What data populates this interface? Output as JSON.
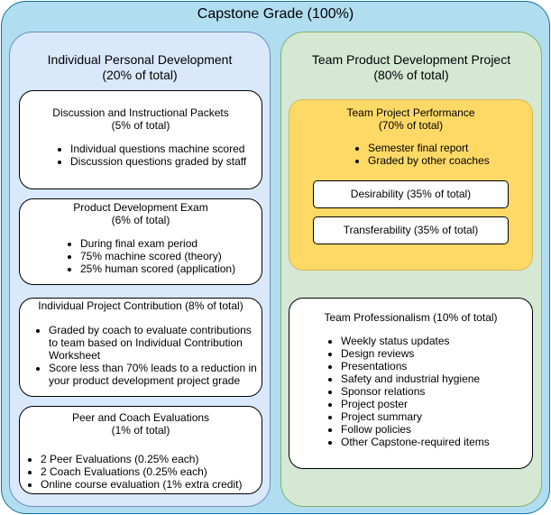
{
  "title": "Capstone Grade (100%)",
  "left": {
    "title": "Individual Personal Development",
    "subtitle": "(20% of total)",
    "cards": [
      {
        "title": "Discussion and Instructional Packets",
        "subtitle": "(5% of total)",
        "items": [
          "Individual questions machine scored",
          "Discussion questions graded by staff"
        ]
      },
      {
        "title": "Product Development Exam",
        "subtitle": "(6% of total)",
        "items": [
          "During final exam period",
          "75% machine scored (theory)",
          "25% human scored (application)"
        ]
      },
      {
        "title": "Individual Project Contribution (8% of total)",
        "subtitle": "",
        "items": [
          "Graded by coach to evaluate contributions to team based on Individual Contribution Worksheet",
          "Score less than 70% leads to a reduction in your product development project grade"
        ]
      },
      {
        "title": "Peer and Coach Evaluations",
        "subtitle": "(1% of total)",
        "items": [
          "2 Peer Evaluations (0.25% each)",
          "2 Coach Evaluations (0.25% each)",
          "Online course evaluation (1% extra credit)"
        ]
      }
    ]
  },
  "right": {
    "title": "Team Product Development Project",
    "subtitle": "(80% of total)",
    "performance": {
      "title": "Team Project Performance",
      "subtitle": "(70% of total)",
      "items": [
        "Semester final report",
        "Graded by other coaches"
      ],
      "sub_boxes": [
        "Desirability  (35% of total)",
        "Transferability  (35% of total)"
      ]
    },
    "professionalism": {
      "title": "Team Professionalism (10% of total)",
      "items": [
        "Weekly status updates",
        "Design reviews",
        "Presentations",
        "Safety and industrial hygiene",
        "Sponsor relations",
        "Project poster",
        "Project summary",
        "Follow policies",
        "Other Capstone-required items"
      ]
    }
  }
}
